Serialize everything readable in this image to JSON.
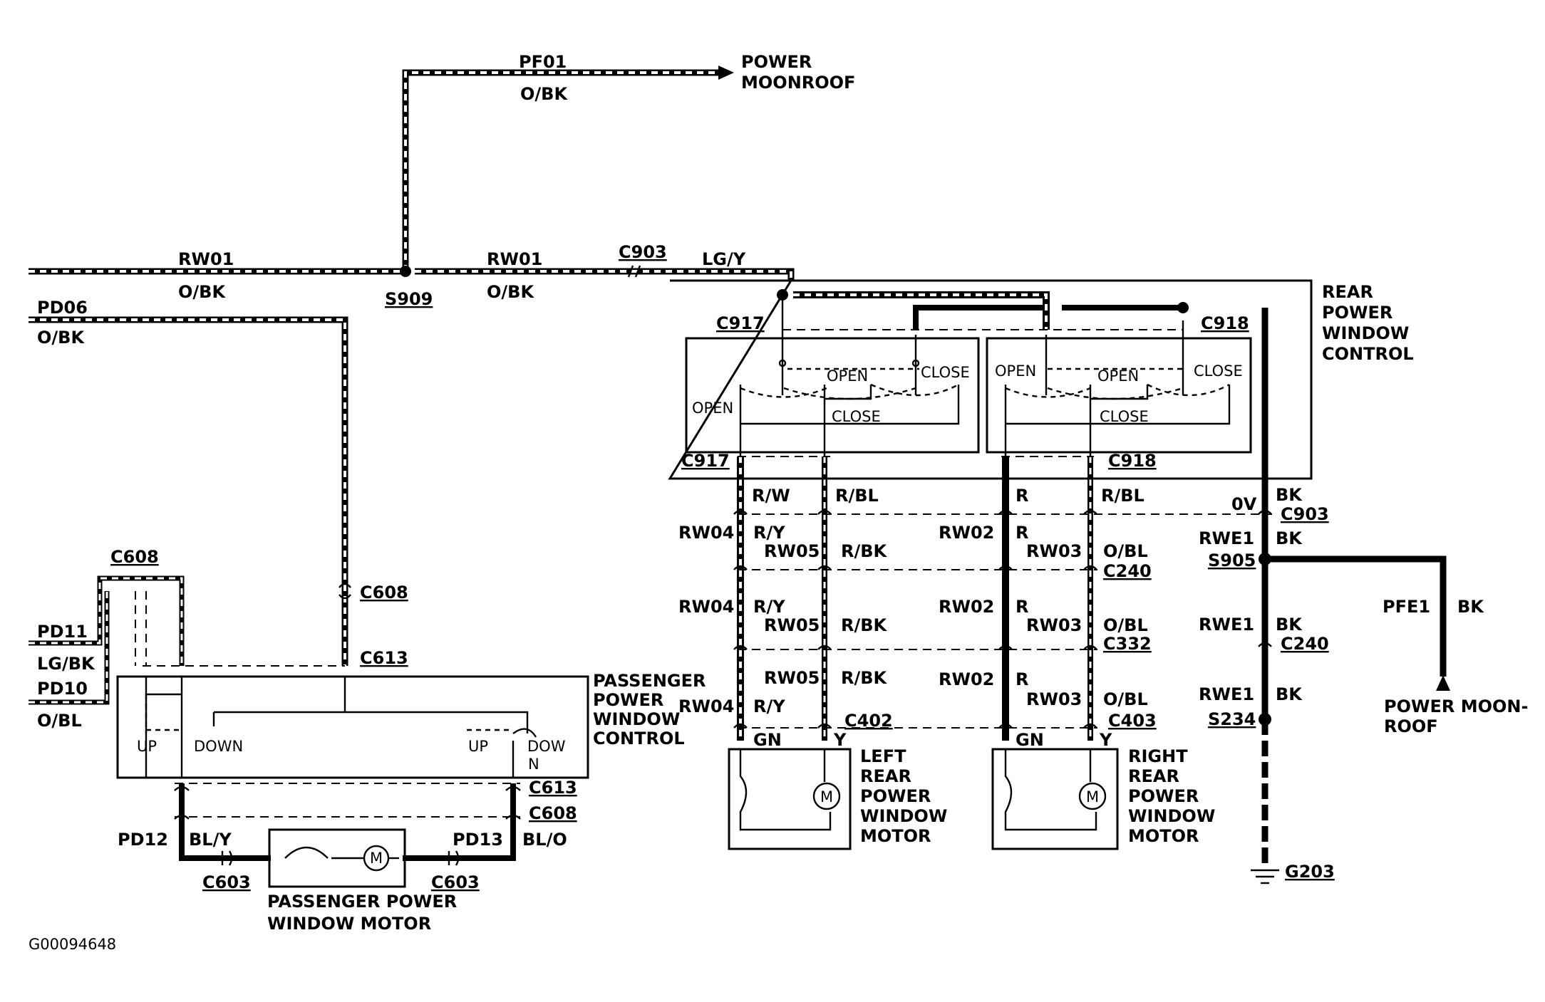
{
  "diagram": {
    "reference_code": "G00094648",
    "top_feed": {
      "circuit": "PF01",
      "color": "O/BK",
      "destination": [
        "POWER",
        "MOONROOF"
      ]
    },
    "main_feed_left": {
      "circuit": "RW01",
      "color": "O/BK"
    },
    "main_feed_right": {
      "circuit": "RW01",
      "color": "O/BK"
    },
    "splice_main": "S909",
    "connector_feed": "C903",
    "feed_to_rear_color": "LG/Y",
    "pd06": {
      "circuit": "PD06",
      "color": "O/BK"
    },
    "pd11": {
      "circuit": "PD11",
      "color": "LG/BK"
    },
    "pd10": {
      "circuit": "PD10",
      "color": "O/BL"
    },
    "passenger_connectors": {
      "c608_top": "C608",
      "c608_right": "C608",
      "c613_top": "C613",
      "c613_bottom": "C613",
      "c608_bottom": "C608",
      "c603_left": "C603",
      "c603_right": "C603"
    },
    "passenger_control": {
      "title": [
        "PASSENGER",
        "POWER",
        "WINDOW",
        "CONTROL"
      ],
      "up_left": "UP",
      "down_left": "DOWN",
      "up_right": "UP",
      "down_right_a": "DOW",
      "down_right_b": "N"
    },
    "passenger_motor": {
      "title": [
        "PASSENGER   POWER",
        "WINDOW MOTOR"
      ],
      "pd12": {
        "circuit": "PD12",
        "color": "BL/Y"
      },
      "pd13": {
        "circuit": "PD13",
        "color": "BL/O"
      },
      "motor_symbol": "M"
    },
    "rear_control": {
      "title": [
        "REAR",
        "POWER",
        "WINDOW",
        "CONTROL"
      ],
      "c917_top": "C917",
      "c918_top": "C918",
      "c917_bottom": "C917",
      "c918_bottom": "C918",
      "left_switch": {
        "open_top": "OPEN",
        "close_top": "CLOSE",
        "open_side": "OPEN",
        "close_bottom": "CLOSE"
      },
      "right_switch": {
        "open_left": "OPEN",
        "open_mid": "OPEN",
        "close_top": "CLOSE",
        "close_bottom": "CLOSE"
      }
    },
    "left_rear": {
      "col1": {
        "top_color": "R/W",
        "circuit": "RW04",
        "color": "R/Y",
        "bottom_color": "GN"
      },
      "col2": {
        "top_color": "R/BL",
        "circuit": "RW05",
        "color": "R/BK",
        "bottom_color": "Y"
      },
      "connector_bottom": "C402",
      "motor_title": [
        "LEFT",
        "REAR",
        "POWER",
        "WINDOW",
        "MOTOR"
      ],
      "motor_symbol": "M"
    },
    "right_rear": {
      "col1": {
        "top_color": "R",
        "circuit": "RW02",
        "color": "R",
        "bottom_color": "GN"
      },
      "col2": {
        "top_color": "R/BL",
        "circuit": "RW03",
        "color": "O/BL",
        "bottom_color": "Y"
      },
      "c240": "C240",
      "c332": "C332",
      "connector_bottom": "C403",
      "motor_title": [
        "RIGHT",
        "REAR",
        "POWER",
        "WINDOW",
        "MOTOR"
      ],
      "motor_symbol": "M"
    },
    "ground_path": {
      "zero_volt": "0V",
      "color": "BK",
      "c903": "C903",
      "circuit": "RWE1",
      "s905": "S905",
      "c240": "C240",
      "s234": "S234",
      "ground": "G203"
    },
    "moonroof_ground": {
      "circuit": "PFE1",
      "color": "BK",
      "destination": [
        "POWER  MOON-",
        "ROOF"
      ]
    }
  }
}
